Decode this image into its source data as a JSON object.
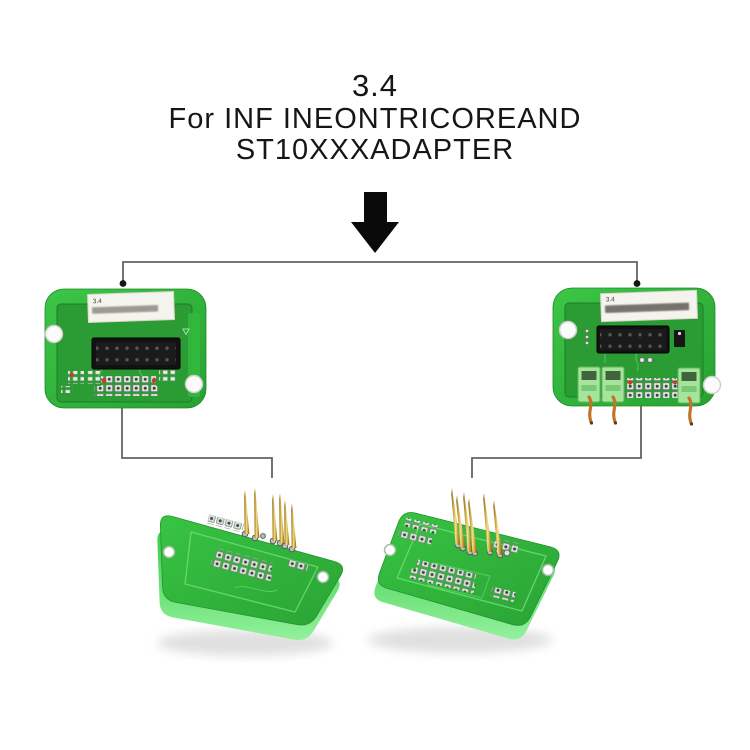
{
  "title": {
    "line1": "3.4",
    "line2": "For INF INEONTRICOREAND",
    "line3": "ST10XXXADAPTER"
  },
  "boards": {
    "top_left": {
      "label_code": "3.4"
    },
    "top_right": {
      "label_code": "3.4"
    }
  },
  "icons": {
    "down_arrow": "down-arrow-icon"
  },
  "colors": {
    "arrow_black": "#0a0a0a",
    "connector_line_gray": "#646464",
    "board_green": "#2fb83b",
    "pcb_green": "#2a9c33",
    "base_green": "#7ce887",
    "label_white": "#f4f3ed",
    "idc_black": "#141414",
    "pin_gold": "#c9a63c",
    "contact_copper": "#c1742a",
    "terminal_green": "#a4e59b",
    "accent_red": "#cc3a28"
  }
}
